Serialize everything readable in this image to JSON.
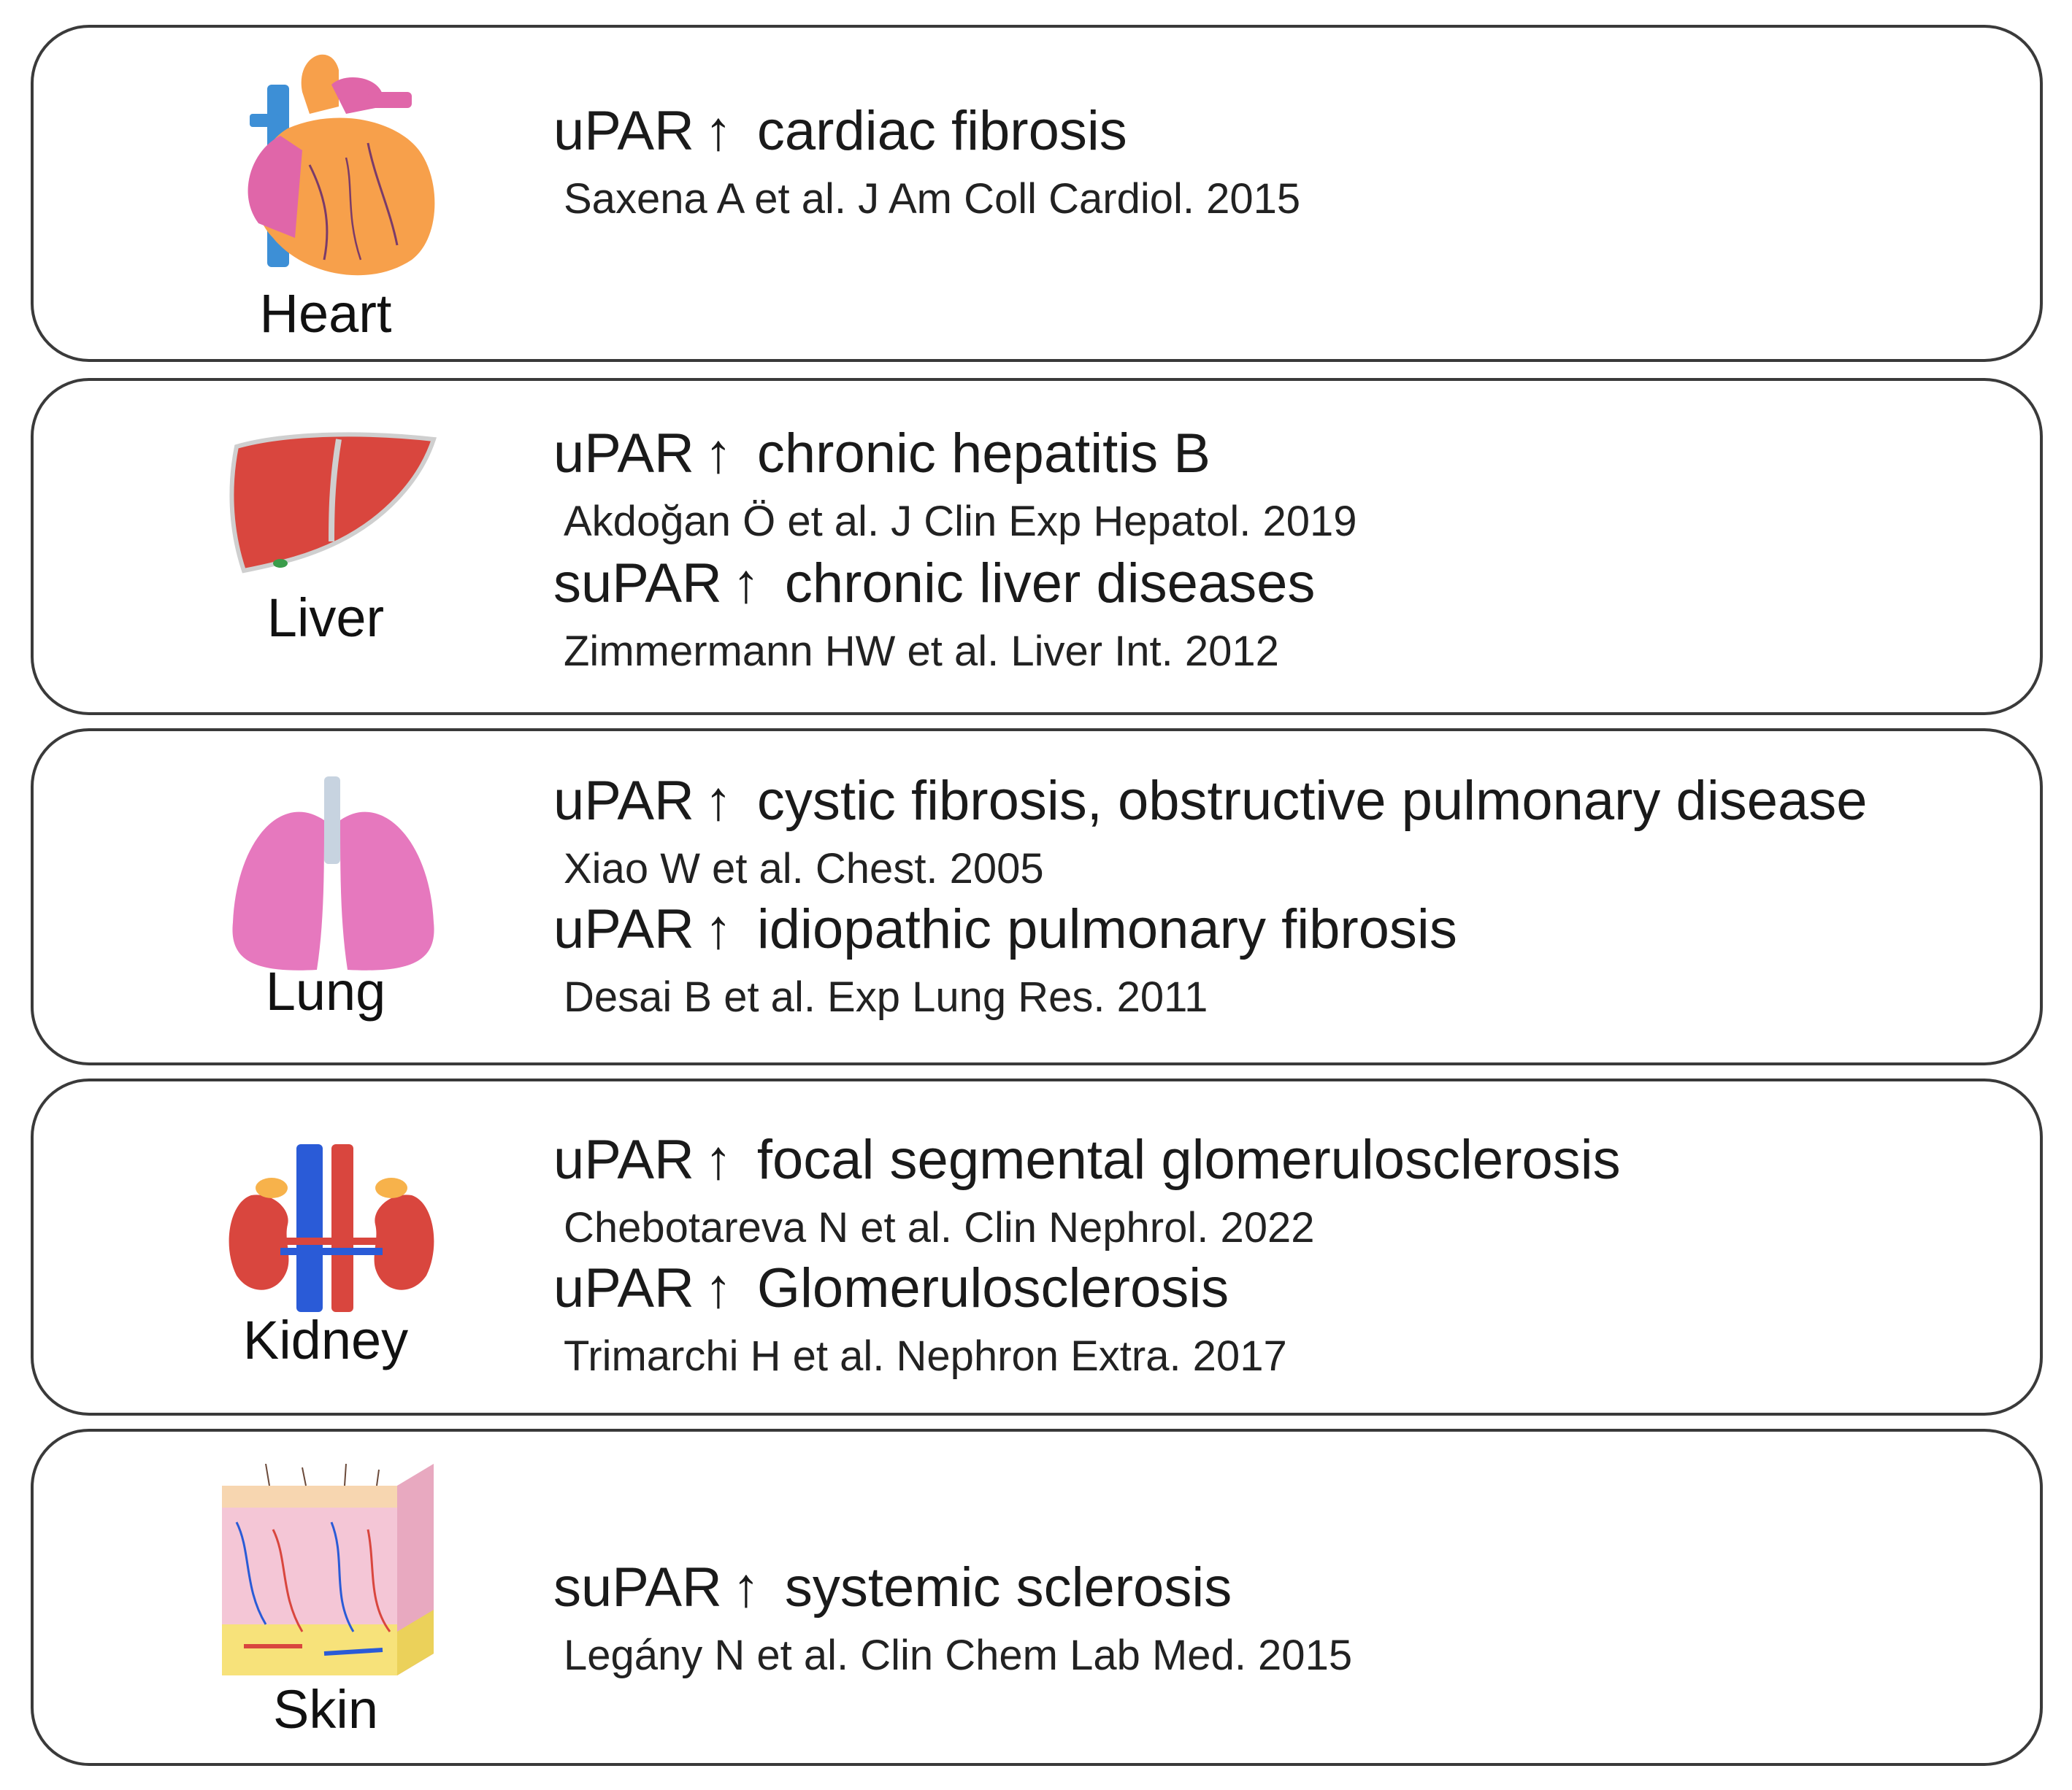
{
  "colors": {
    "border": "#3a3a3a",
    "heart_orange": "#F7A04B",
    "heart_pink": "#E066A9",
    "heart_blue": "#3D8FD6",
    "liver_red": "#D9463E",
    "lung_pink": "#E678BE",
    "kidney_red": "#D9463E",
    "kidney_blue": "#2A5BD7",
    "skin_pink": "#F4C6D6",
    "skin_yellow": "#F7E27A"
  },
  "panels": [
    {
      "organ": "Heart",
      "icon": "heart-icon",
      "findings": [
        {
          "marker": "uPAR",
          "arrow": "↑",
          "condition": "cardiac fibrosis",
          "citation": "Saxena A et al.   J Am Coll Cardiol. 2015"
        }
      ]
    },
    {
      "organ": "Liver",
      "icon": "liver-icon",
      "findings": [
        {
          "marker": "uPAR",
          "arrow": "↑",
          "condition": "chronic hepatitis B",
          "citation": "Akdoğan Ö et al.  J Clin  Exp Hepatol. 2019"
        },
        {
          "marker": "suPAR",
          "arrow": "↑",
          "condition": "chronic liver diseases",
          "citation": "Zimmermann HW et al.  Liver Int. 2012"
        }
      ]
    },
    {
      "organ": "Lung",
      "icon": "lung-icon",
      "findings": [
        {
          "marker": "uPAR",
          "arrow": "↑",
          "condition": "cystic fibrosis, obstructive pulmonary disease",
          "citation": "Xiao W et al.  Chest. 2005"
        },
        {
          "marker": "uPAR",
          "arrow": "↑",
          "condition": "idiopathic pulmonary fibrosis",
          "citation": "Desai B et al.  Exp Lung Res. 2011"
        }
      ]
    },
    {
      "organ": "Kidney",
      "icon": "kidney-icon",
      "findings": [
        {
          "marker": "uPAR",
          "arrow": "↑",
          "condition": "focal segmental glomerulosclerosis",
          "citation": "Chebotareva N et al.  Clin Nephrol. 2022"
        },
        {
          "marker": "uPAR",
          "arrow": "↑",
          "condition": "Glomerulosclerosis",
          "citation": "Trimarchi H et al.  Nephron Extra.  2017"
        }
      ]
    },
    {
      "organ": "Skin",
      "icon": "skin-icon",
      "findings": [
        {
          "marker": "suPAR",
          "arrow": "↑",
          "condition": "systemic sclerosis",
          "citation": "Legány N et al.  Clin  Chem Lab Med. 2015"
        }
      ]
    }
  ]
}
